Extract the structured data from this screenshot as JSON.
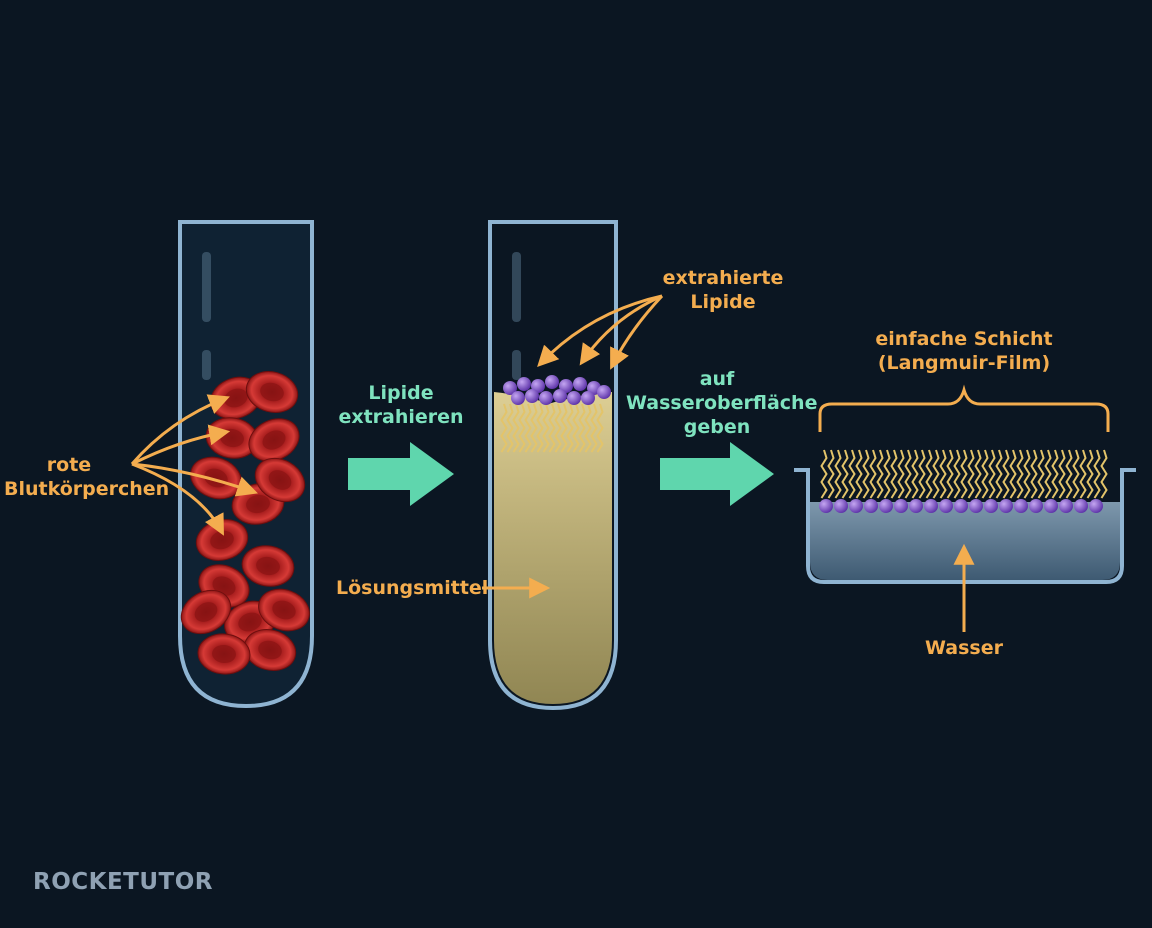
{
  "labels": {
    "rbc": [
      "rote",
      "Blutkörperchen"
    ],
    "extract_step": [
      "Lipide",
      "extrahieren"
    ],
    "extracted_lipids": [
      "extrahierte",
      "Lipide"
    ],
    "solvent": "Lösungsmittel",
    "water_step": [
      "auf",
      "Wasseroberfläche",
      "geben"
    ],
    "monolayer": [
      "einfache Schicht",
      "(Langmuir-Film)"
    ],
    "water": "Wasser"
  },
  "logo": "ROCKETUTOR",
  "colors": {
    "background": "#0b1622",
    "label_orange": "#f4ad4f",
    "label_green": "#7fe3bf",
    "arrow_green": "#5fd6ad",
    "glass": "#8fb4d2",
    "blood_cell": "#c62a2a",
    "lipid_head": "#7a4fc4",
    "lipid_tail": "#e3c46a",
    "solvent": "#c9bc7a",
    "water": "#4f6f88"
  }
}
